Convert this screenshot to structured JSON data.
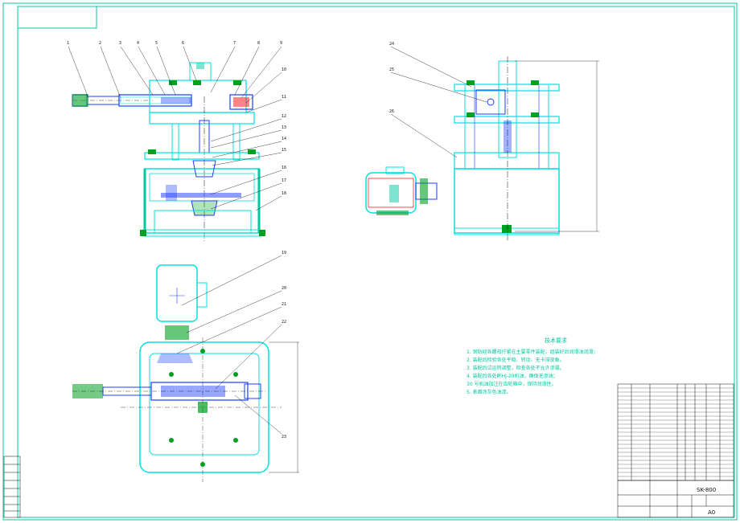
{
  "drawing": {
    "model": "SK-800",
    "size": "A0",
    "balloons": [
      "1",
      "2",
      "3",
      "4",
      "5",
      "6",
      "7",
      "8",
      "9",
      "10",
      "11",
      "12",
      "13",
      "14",
      "15",
      "16",
      "17",
      "18",
      "19",
      "20",
      "21",
      "22",
      "23",
      "24",
      "25",
      "26"
    ]
  },
  "technical_requirements": {
    "title": "技术要求",
    "items": [
      "1. 钢轨经各螺母拧紧在主要零件装配，组装好后润滑油润滑；",
      "2. 装配后检验各处平稳、转动、无卡滞现象。",
      "3. 装配后试运转调整，检查各处不允许渗漏。",
      "4. 装配后各处刷HJ-20机油，确保无渗油；",
      "30 号机油加注在齿轮箱中，保持润滑性。",
      "5. 表面涂灰色油漆。"
    ]
  },
  "colors": {
    "frame": "#00c8a0",
    "body": "#00e0e0",
    "part": "#1a3cff",
    "fill_red": "#ff2020",
    "fill_green": "#00a020",
    "ink": "#111111"
  }
}
